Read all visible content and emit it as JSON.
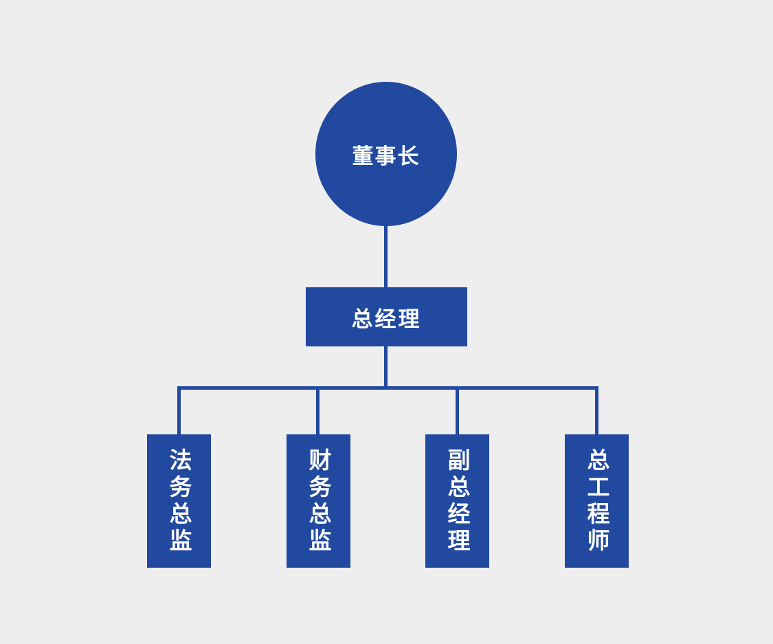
{
  "chart_data": {
    "type": "diagram",
    "diagram_type": "organization-chart",
    "title": "",
    "orientation": "top-down",
    "background_color": "#eeeeee",
    "node_color": "#21499f",
    "node_text_color": "#ffffff",
    "connector_color": "#21499f",
    "levels": 3,
    "nodes": [
      {
        "id": "root",
        "label": "董事长",
        "shape": "circle",
        "level": 1,
        "parent": null,
        "text_direction": "horizontal"
      },
      {
        "id": "gm",
        "label": "总经理",
        "shape": "rectangle",
        "level": 2,
        "parent": "root",
        "text_direction": "horizontal"
      },
      {
        "id": "legal",
        "label": "法务总监",
        "shape": "rectangle",
        "level": 3,
        "parent": "gm",
        "text_direction": "vertical"
      },
      {
        "id": "fin",
        "label": "财务总监",
        "shape": "rectangle",
        "level": 3,
        "parent": "gm",
        "text_direction": "vertical"
      },
      {
        "id": "dgm",
        "label": "副总经理",
        "shape": "rectangle",
        "level": 3,
        "parent": "gm",
        "text_direction": "vertical"
      },
      {
        "id": "eng",
        "label": "总工程师",
        "shape": "rectangle",
        "level": 3,
        "parent": "gm",
        "text_direction": "vertical"
      }
    ],
    "edges": [
      {
        "from": "root",
        "to": "gm",
        "style": "straight"
      },
      {
        "from": "gm",
        "to": "legal",
        "style": "elbow"
      },
      {
        "from": "gm",
        "to": "fin",
        "style": "elbow"
      },
      {
        "from": "gm",
        "to": "dgm",
        "style": "elbow"
      },
      {
        "from": "gm",
        "to": "eng",
        "style": "elbow"
      }
    ]
  },
  "chart": {
    "root": {
      "label": "董事长"
    },
    "level2": {
      "label": "总经理"
    },
    "leaves": [
      {
        "label": "法务总监"
      },
      {
        "label": "财务总监"
      },
      {
        "label": "副总经理"
      },
      {
        "label": "总工程师"
      }
    ]
  }
}
